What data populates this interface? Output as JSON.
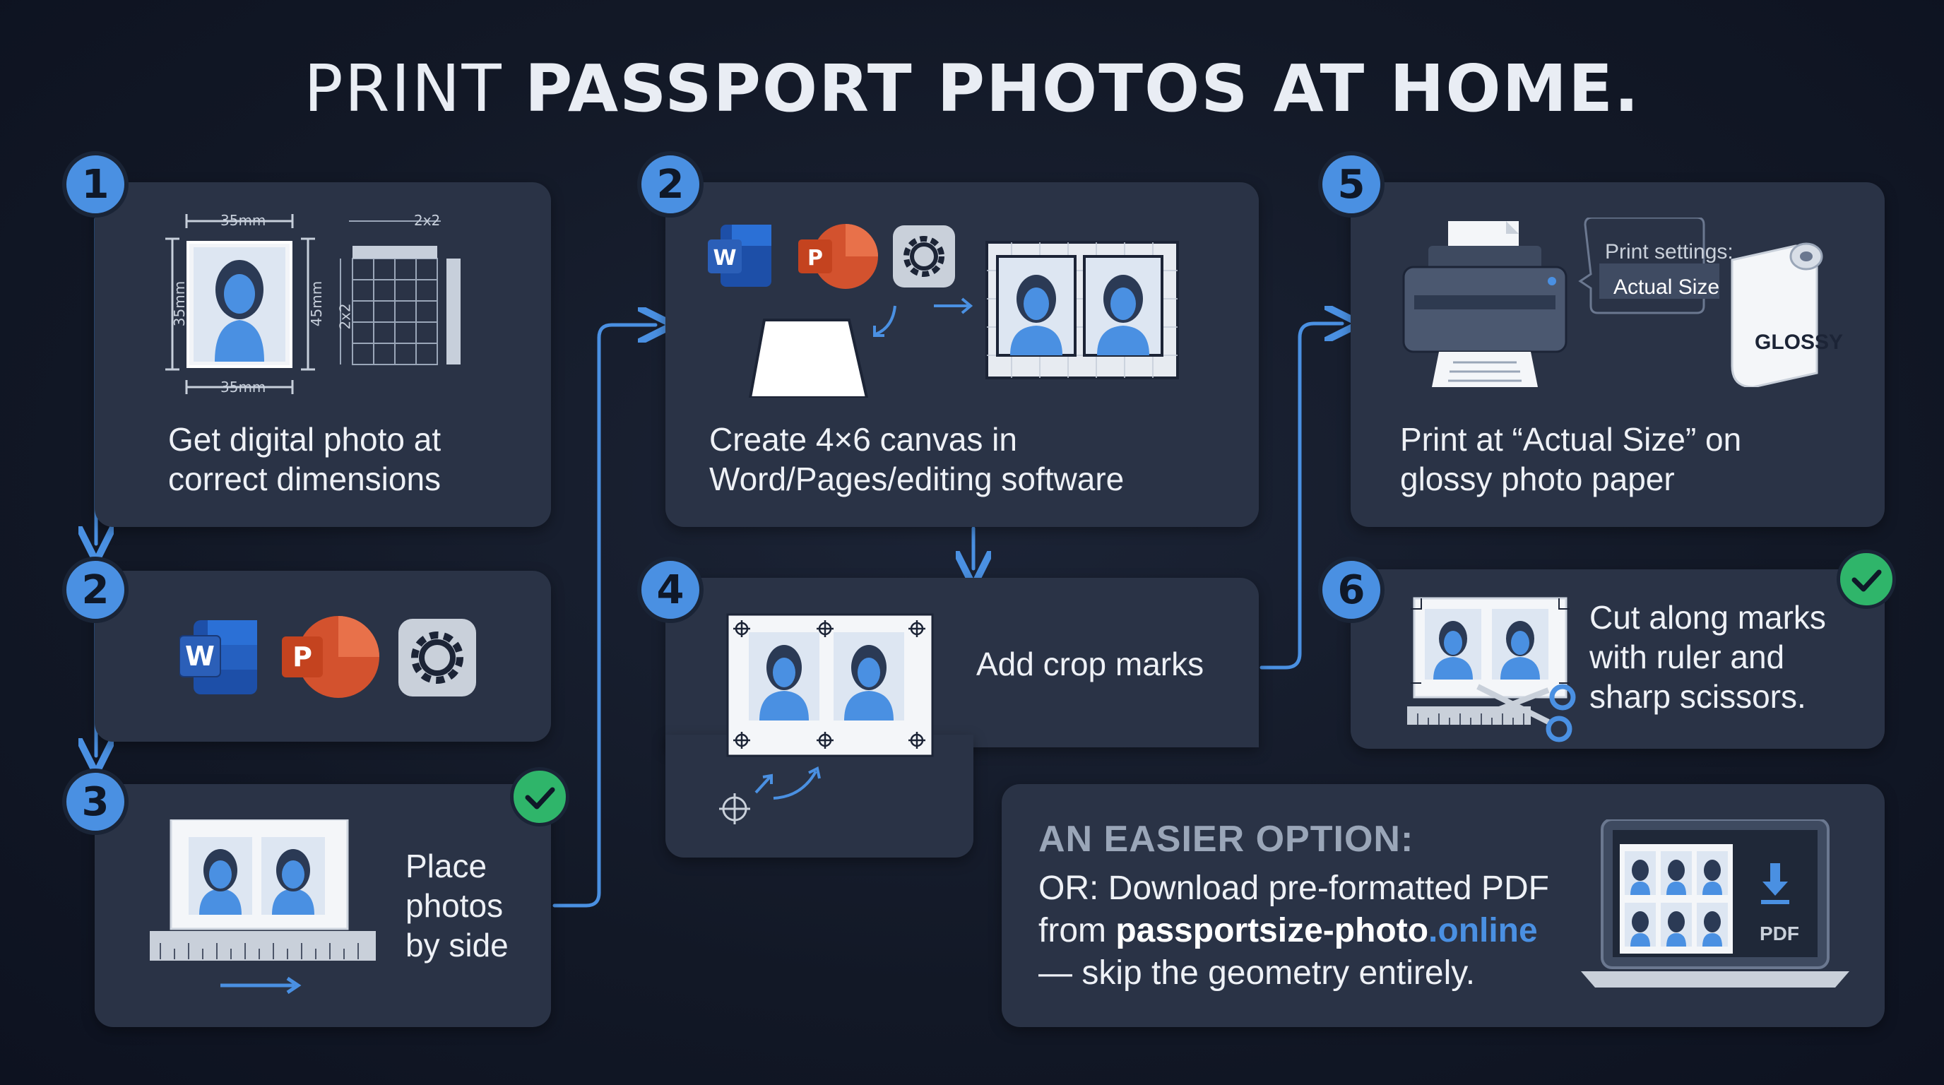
{
  "title": {
    "light": "PRINT",
    "bold": "PASSPORT PHOTOS AT HOME."
  },
  "steps": [
    {
      "number": "1",
      "caption_line1": "Get digital photo at",
      "caption_line2": "correct dimensions",
      "dims": {
        "width": "35mm",
        "height": "45mm",
        "grid": "2x2"
      }
    },
    {
      "number": "2"
    },
    {
      "number": "3",
      "caption_line1": "Place",
      "caption_line2": "photos",
      "caption_line3": "by side"
    },
    {
      "number": "2",
      "caption_line1": "Create 4×6 canvas in",
      "caption_line2": "Word/Pages/editing software"
    },
    {
      "number": "4",
      "caption": "Add crop marks"
    },
    {
      "number": "5",
      "caption_line1": "Print at “Actual Size” on",
      "caption_line2": "glossy photo paper",
      "print_settings_label": "Print settings:",
      "print_settings_value": "Actual Size",
      "paper_label": "GLOSSY"
    },
    {
      "number": "6",
      "caption_line1": "Cut along marks",
      "caption_line2": "with ruler and",
      "caption_line3": "sharp scissors."
    }
  ],
  "apps": {
    "word": "W",
    "powerpoint": "P"
  },
  "easier": {
    "heading": "AN EASIER OPTION:",
    "line1": "OR: Download pre-formatted PDF",
    "line2_prefix": "from ",
    "domain": "passportsize-photo",
    "tld": ".online",
    "line3": "— skip the geometry entirely.",
    "pdf_label": "PDF"
  },
  "colors": {
    "accent": "#4a90e2",
    "card": "#2a3346",
    "check": "#2fb56a",
    "word": "#2b5fb8",
    "ppt": "#d3522e"
  }
}
